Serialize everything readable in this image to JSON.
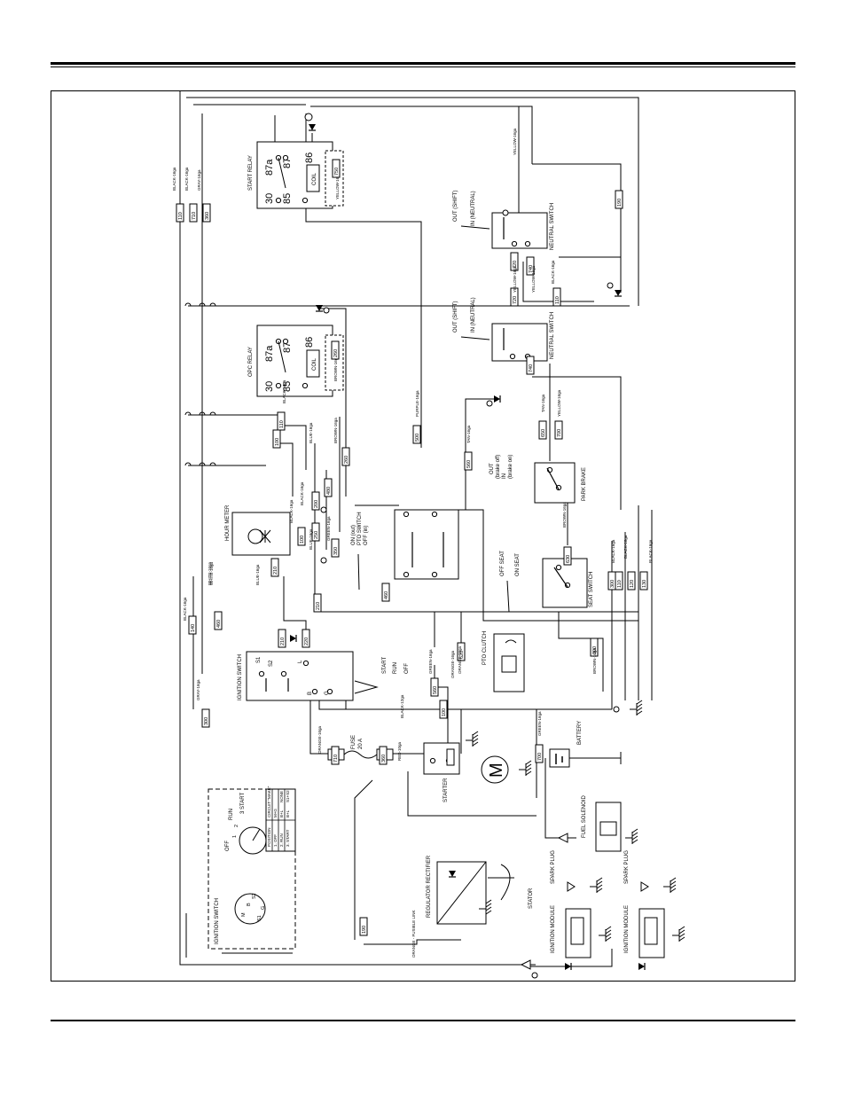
{
  "colors": {
    "ink": "#000000",
    "background": "#ffffff"
  },
  "relays": [
    {
      "name": "START RELAY",
      "pins": [
        "87a",
        "87",
        "30",
        "85",
        "86"
      ],
      "coil": "COIL"
    },
    {
      "name": "OPC RELAY",
      "pins": [
        "87a",
        "87",
        "30",
        "85",
        "86"
      ],
      "coil": "COIL"
    }
  ],
  "switches": {
    "neutral_top": {
      "name": "NEUTRAL SWITCH",
      "states": [
        "OUT (SHIFT)",
        "IN (NEUTRAL)"
      ]
    },
    "neutral_bottom": {
      "name": "NEUTRAL SWITCH",
      "states": [
        "OUT (SHIFT)",
        "IN (NEUTRAL)"
      ]
    },
    "park_brake": {
      "name": "PARK BRAKE",
      "states": [
        "OUT",
        "(brake off)",
        "IN",
        "(brake on)"
      ]
    },
    "pto_switch": {
      "name": "PTO SWITCH",
      "states": [
        "ON (out)",
        "OFF (in)"
      ]
    },
    "seat_switch": {
      "name": "SEAT SWITCH",
      "states": [
        "OFF SEAT",
        "ON SEAT"
      ]
    },
    "ignition": {
      "name": "IGNITION SWITCH",
      "terminals": [
        "S1",
        "S2",
        "L",
        "B",
        "G"
      ],
      "positions": [
        "START",
        "RUN",
        "OFF"
      ]
    }
  },
  "components": {
    "hour_meter": "HOUR METER",
    "pto_clutch": "PTO CLUTCH",
    "battery": "BATTERY",
    "fuse": "FUSE",
    "fuse_rating": "20 A",
    "starter": "STARTER",
    "motor": "M",
    "fuel_solenoid": "FUEL SOLENOID",
    "regulator": "REGULATOR RECTIFIER",
    "stator": "STATOR",
    "spark_plugs": [
      "SPARK PLUG",
      "SPARK PLUG"
    ],
    "ignition_modules": [
      "IGNITION MODULE",
      "IGNITION MODULE"
    ]
  },
  "inset": {
    "title": "IGNITION SWITCH",
    "dial": [
      "OFF",
      "1",
      "2",
      "RUN",
      "3 START"
    ],
    "terminals": [
      "M",
      "B",
      "S2",
      "S1",
      "G"
    ],
    "table_headers": [
      "POSITION",
      "CIRCUIT \"MAKE\""
    ],
    "table_rows": [
      [
        "1. OFF",
        "M+G"
      ],
      [
        "2. RUN",
        "B+L",
        "NONE"
      ],
      [
        "3. START",
        "B+L",
        "S1+S2"
      ]
    ]
  },
  "wire_labels": {
    "black_12": "BLACK-12ga",
    "black_16": "BLACK-16ga",
    "yellow_16": "YELLOW-16ga",
    "brown_16": "BROWN-16ga",
    "purple_16": "PURPLE-16ga",
    "tan_16": "TAN-16ga",
    "blue_16": "BLUE-16ga",
    "green_16": "GREEN-16ga",
    "orange_16": "ORANGE-16ga",
    "red_10": "RED-10ga",
    "white_16": "WHITE-16ga",
    "gray_16": "GRAY-16ga",
    "orange_fusible": "ORANGE - FUSIBLE LINK"
  },
  "circuit_numbers": [
    "110",
    "710",
    "360",
    "700",
    "350",
    "110",
    "100",
    "250",
    "200",
    "260",
    "480",
    "210",
    "250",
    "500",
    "460",
    "560",
    "350",
    "620",
    "300",
    "630",
    "110",
    "120",
    "130",
    "300",
    "100",
    "700",
    "650",
    "140",
    "720",
    "740",
    "190"
  ]
}
